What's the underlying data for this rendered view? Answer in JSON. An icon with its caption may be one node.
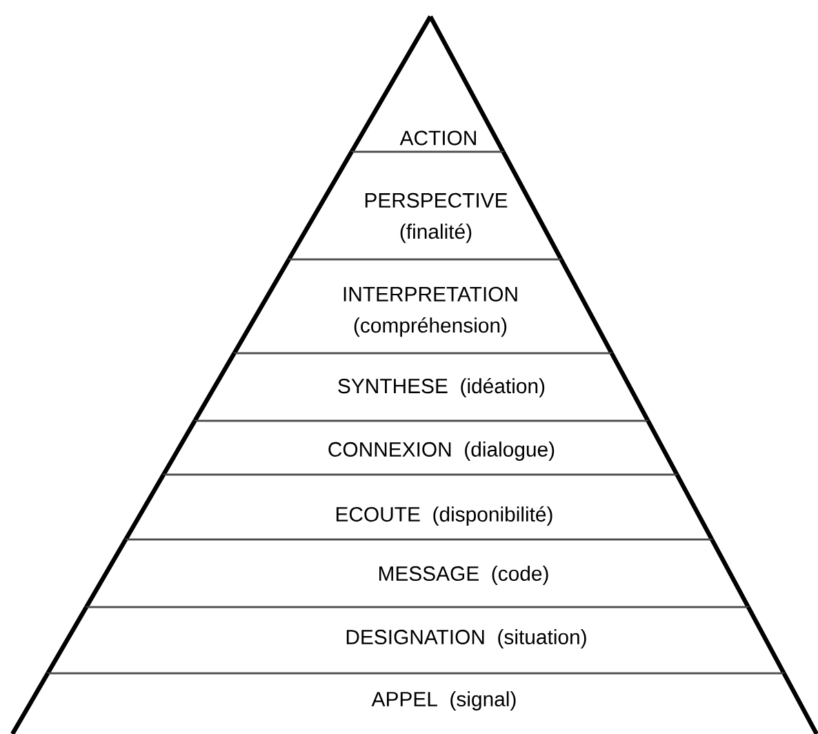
{
  "diagram": {
    "nodes": [
      {
        "text": [
          "ACTION"
        ]
      },
      {
        "text": [
          "PERSPECTIVE",
          "(finalité)"
        ]
      },
      {
        "text": [
          "INTERPRETATION",
          "(compréhension)"
        ]
      },
      {
        "text": [
          "SYNTHESE",
          "(idéation)"
        ]
      },
      {
        "text": [
          "CONNEXION",
          "(dialogue)"
        ]
      },
      {
        "text": [
          "ECOUTE",
          "(disponibilité)"
        ]
      },
      {
        "text": [
          "MESSAGE",
          "(code)"
        ]
      },
      {
        "text": [
          "DESIGNATION",
          "(situation)"
        ]
      },
      {
        "text": [
          "APPEL",
          "(signal)"
        ]
      }
    ]
  }
}
